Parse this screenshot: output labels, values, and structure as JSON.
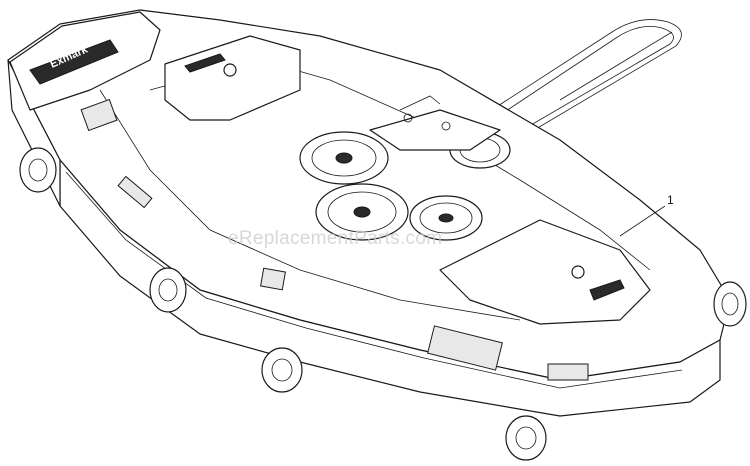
{
  "diagram": {
    "callouts": [
      {
        "id": "callout-1",
        "text": "1"
      }
    ],
    "watermark": "eReplacementParts.com",
    "logo": "Exmark",
    "colors": {
      "line": "#1a1a1a",
      "background": "#ffffff",
      "watermark": "#c9c9c9"
    }
  }
}
